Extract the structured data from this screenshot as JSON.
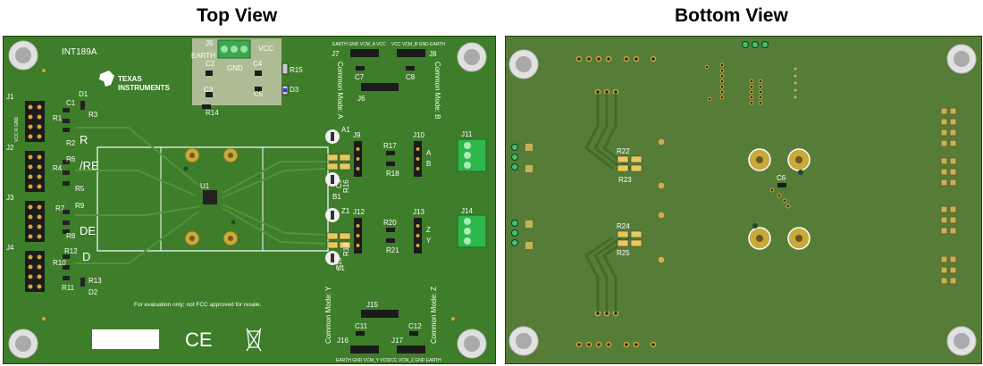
{
  "titles": {
    "top_view": "Top View",
    "bottom_view": "Bottom View"
  },
  "top_board": {
    "board_name": "INT189A",
    "logo_line1": "TEXAS",
    "logo_line2": "INSTRUMENTS",
    "disclaimer": "For evaluation only; not FCC approved for resale.",
    "ce_mark": "CE",
    "power_connector": {
      "label": "J5",
      "earth": "EARTH",
      "gnd": "GND",
      "vcc": "VCC"
    },
    "left_headers": [
      "J1",
      "J2",
      "J3",
      "J4"
    ],
    "signals": [
      "R",
      "/RE",
      "DE",
      "D"
    ],
    "components": [
      "C1",
      "D1",
      "R1",
      "R2",
      "R3",
      "R4",
      "R5",
      "R6",
      "R7",
      "R8",
      "R9",
      "R10",
      "R11",
      "R12",
      "R13",
      "D2",
      "C2",
      "C3",
      "C4",
      "C5",
      "R14",
      "R15",
      "D3",
      "U1",
      "A1",
      "B1",
      "Z1",
      "Y1",
      "C9",
      "C10",
      "R16",
      "R17",
      "R18",
      "R19",
      "R20",
      "R21",
      "C7",
      "C8",
      "C11",
      "C12"
    ],
    "mid_headers": [
      "J9",
      "J10",
      "J12",
      "J13"
    ],
    "terminal_blocks": [
      "J11",
      "J14"
    ],
    "terminal_labels": [
      "A",
      "B",
      "Z",
      "Y"
    ],
    "common_mode_headers": [
      "J7",
      "J8",
      "J6",
      "J15",
      "J16",
      "J17"
    ],
    "common_mode_labels": [
      "Common Mode: A",
      "Common Mode: B",
      "Common Mode: Y",
      "Common Mode: Z"
    ],
    "j7_pin_labels": "EARTH GND VCM_A VCC",
    "j8_pin_labels": "VCC VCM_B GND EARTH",
    "j16_pin_labels": "EARTH GND VCM_Y VCC",
    "j17_pin_labels": "VCC VCM_Z GND EARTH",
    "header_pin_labels": "VCC R GND"
  },
  "bottom_board": {
    "components": [
      "R22",
      "R23",
      "R24",
      "R25",
      "C6"
    ]
  },
  "colors": {
    "top_board": "#3e7d2a",
    "bottom_board": "#557d38",
    "silkscreen": "#ffffff",
    "terminal_block": "#2eb84c",
    "power_block": "#3ba84f"
  }
}
